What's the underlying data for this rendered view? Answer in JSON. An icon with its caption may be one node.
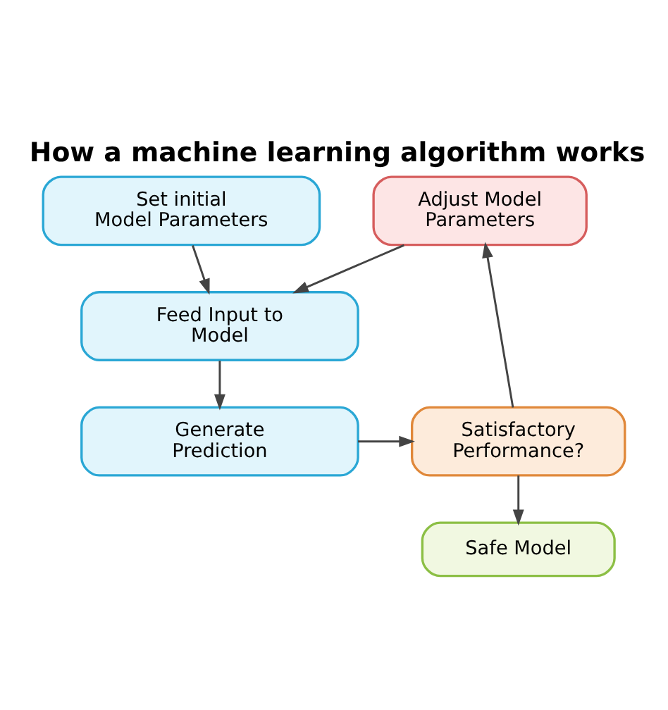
{
  "diagram": {
    "title": "How a machine learning algorithm works",
    "nodes": [
      {
        "text": [
          "Set initial Model Parameters"
        ]
      },
      {
        "text": [
          "Adjust Model Parameters"
        ]
      },
      {
        "text": [
          "Feed Input to Model"
        ]
      },
      {
        "text": [
          "Generate Prediction"
        ]
      },
      {
        "text": [
          "Satisfactory Performance?"
        ]
      },
      {
        "text": [
          "Safe Model"
        ]
      }
    ],
    "edges": [
      {
        "from": 0,
        "to": 2,
        "arrow": "to"
      },
      {
        "from": 1,
        "to": 2,
        "arrow": "to"
      },
      {
        "from": 2,
        "to": 3,
        "arrow": "to"
      },
      {
        "from": 3,
        "to": 4,
        "arrow": "to"
      },
      {
        "from": 4,
        "to": 1,
        "arrow": "to"
      },
      {
        "from": 4,
        "to": 5,
        "arrow": "to"
      }
    ]
  }
}
